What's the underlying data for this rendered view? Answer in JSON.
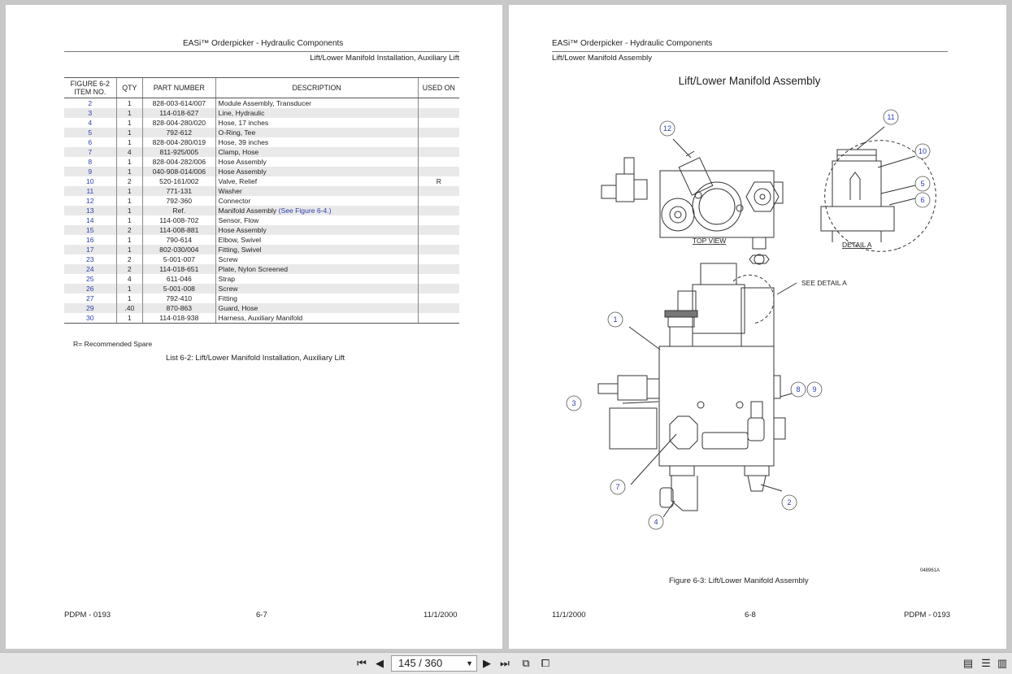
{
  "left_page": {
    "header_title": "EASi™ Orderpicker - Hydraulic Components",
    "header_subtitle": "Lift/Lower Manifold Installation, Auxiliary Lift",
    "table_headers": [
      "FIGURE 6-2 ITEM NO.",
      "QTY",
      "PART NUMBER",
      "DESCRIPTION",
      "USED ON"
    ],
    "rows": [
      {
        "item": "2",
        "qty": "1",
        "part": "828-003-614/007",
        "desc": "Module Assembly, Transducer",
        "used": ""
      },
      {
        "item": "3",
        "qty": "1",
        "part": "114-018-627",
        "desc": "Line, Hydraulic",
        "used": ""
      },
      {
        "item": "4",
        "qty": "1",
        "part": "828-004-280/020",
        "desc": "Hose, 17 inches",
        "used": ""
      },
      {
        "item": "5",
        "qty": "1",
        "part": "792-612",
        "desc": "O-Ring, Tee",
        "used": ""
      },
      {
        "item": "6",
        "qty": "1",
        "part": "828-004-280/019",
        "desc": "Hose, 39 inches",
        "used": ""
      },
      {
        "item": "7",
        "qty": "4",
        "part": "811-925/005",
        "desc": "Clamp, Hose",
        "used": ""
      },
      {
        "item": "8",
        "qty": "1",
        "part": "828-004-282/006",
        "desc": "Hose Assembly",
        "used": ""
      },
      {
        "item": "9",
        "qty": "1",
        "part": "040-908-014/006",
        "desc": "Hose Assembly",
        "used": ""
      },
      {
        "item": "10",
        "qty": "2",
        "part": "520-161/002",
        "desc": "Valve, Relief",
        "used": "R"
      },
      {
        "item": "11",
        "qty": "1",
        "part": "771-131",
        "desc": "Washer",
        "used": ""
      },
      {
        "item": "12",
        "qty": "1",
        "part": "792-360",
        "desc": "Connector",
        "used": ""
      },
      {
        "item": "13",
        "qty": "1",
        "part": "Ref.",
        "desc": "Manifold Assembly",
        "link": "(See Figure 6-4.)",
        "used": ""
      },
      {
        "item": "14",
        "qty": "1",
        "part": "114-008-702",
        "desc": "Sensor, Flow",
        "used": ""
      },
      {
        "item": "15",
        "qty": "2",
        "part": "114-008-881",
        "desc": "Hose Assembly",
        "used": ""
      },
      {
        "item": "16",
        "qty": "1",
        "part": "790-614",
        "desc": "Elbow, Swivel",
        "used": ""
      },
      {
        "item": "17",
        "qty": "1",
        "part": "802-030/004",
        "desc": "Fitting, Swivel",
        "used": ""
      },
      {
        "item": "23",
        "qty": "2",
        "part": "5-001-007",
        "desc": "Screw",
        "used": ""
      },
      {
        "item": "24",
        "qty": "2",
        "part": "114-018-651",
        "desc": "Plate, Nylon Screened",
        "used": ""
      },
      {
        "item": "25",
        "qty": "4",
        "part": "611-046",
        "desc": "Strap",
        "used": ""
      },
      {
        "item": "26",
        "qty": "1",
        "part": "5-001-008",
        "desc": "Screw",
        "used": ""
      },
      {
        "item": "27",
        "qty": "1",
        "part": "792-410",
        "desc": "Fitting",
        "used": ""
      },
      {
        "item": "29",
        "qty": ".40",
        "part": "870-863",
        "desc": "Guard, Hose",
        "used": ""
      },
      {
        "item": "30",
        "qty": "1",
        "part": "114-018-938",
        "desc": "Harness, Auxiliary Manifold",
        "used": ""
      }
    ],
    "note": "R= Recommended Spare",
    "caption": "List 6-2:  Lift/Lower Manifold Installation, Auxiliary Lift",
    "footer_left": "PDPM - 0193",
    "footer_center": "6-7",
    "footer_right": "11/1/2000"
  },
  "right_page": {
    "header_title": "EASi™ Orderpicker - Hydraulic Components",
    "header_subtitle": "Lift/Lower Manifold Assembly",
    "drawing_title": "Lift/Lower Manifold Assembly",
    "labels": {
      "top_view": "TOP VIEW",
      "detail_a": "DETAIL A",
      "see_detail": "SEE DETAIL A",
      "drawing_id": "048961A"
    },
    "callouts": [
      "1",
      "2",
      "3",
      "4",
      "5",
      "6",
      "7",
      "8",
      "9",
      "10",
      "11",
      "12"
    ],
    "caption": "Figure 6-3:  Lift/Lower Manifold Assembly",
    "footer_left": "11/1/2000",
    "footer_center": "6-8",
    "footer_right": "PDPM - 0193"
  },
  "toolbar": {
    "page_indicator": "145 / 360",
    "icons": [
      "first-page-icon",
      "prev-page-icon",
      "next-page-icon",
      "last-page-icon",
      "fit-page-icon",
      "fit-width-icon",
      "single-page-icon",
      "continuous-icon",
      "facing-icon"
    ]
  }
}
